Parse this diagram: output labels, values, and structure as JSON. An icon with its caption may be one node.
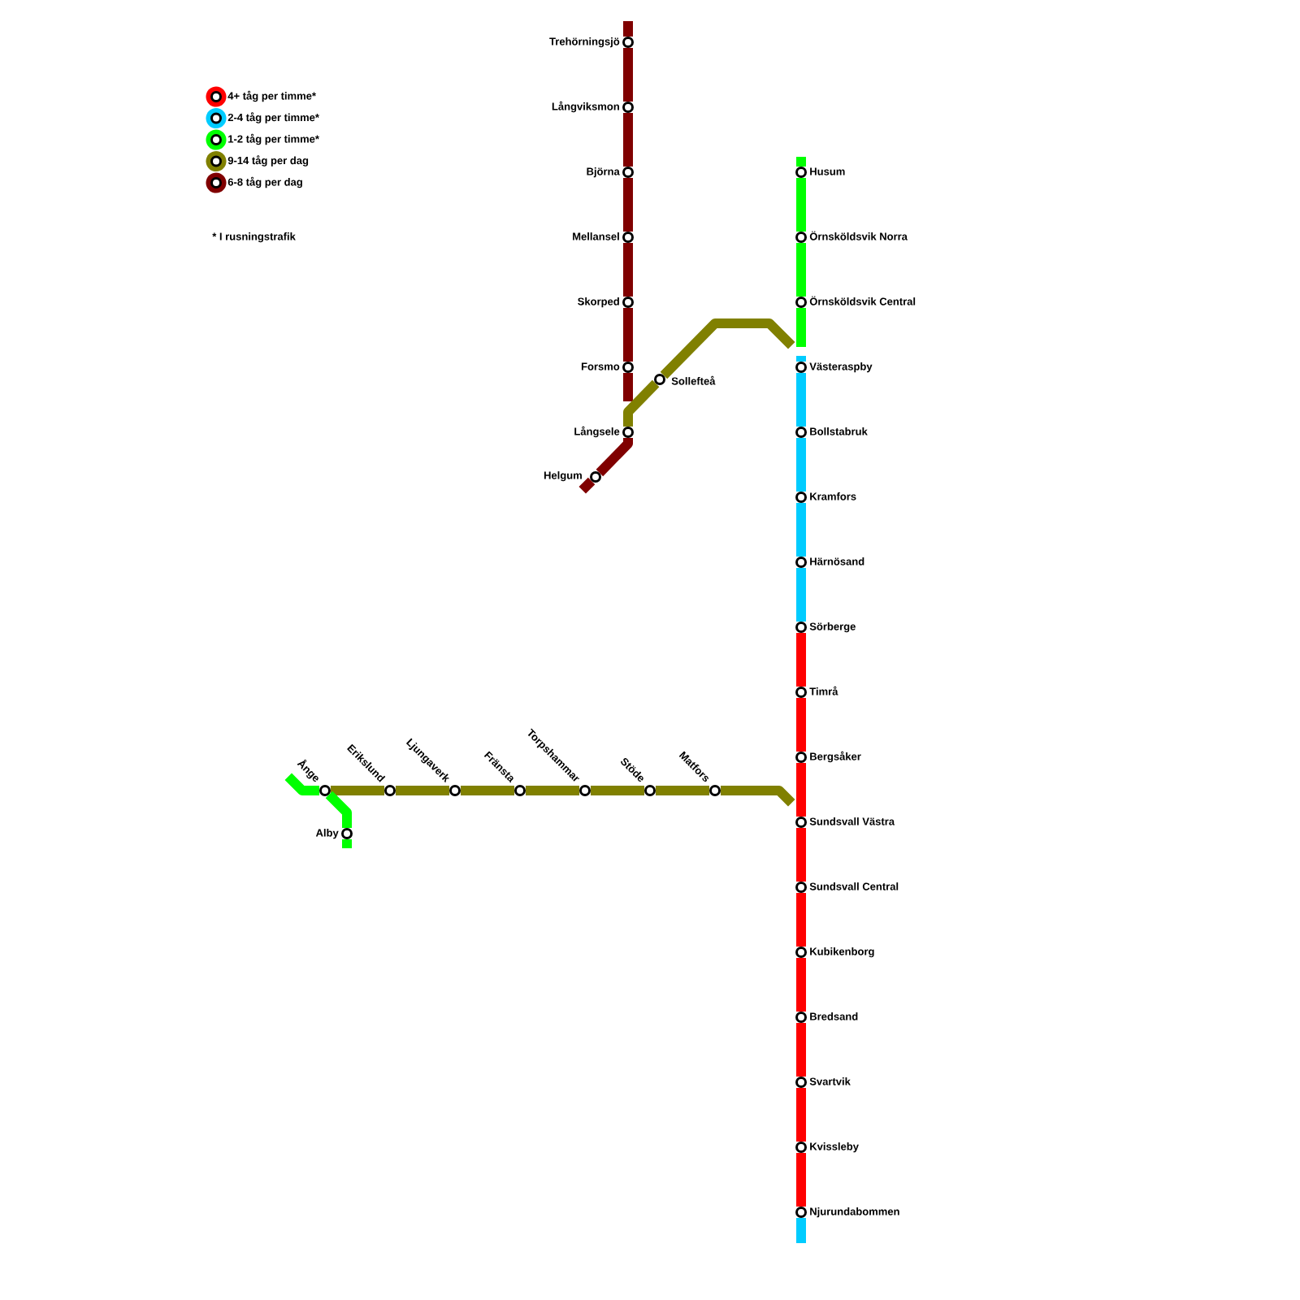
{
  "diagram": {
    "nodes": [
      {
        "text": [
          "Trehörningsjö"
        ]
      },
      {
        "text": [
          "Långviksmon"
        ]
      },
      {
        "text": [
          "Björna"
        ]
      },
      {
        "text": [
          "Mellansel"
        ]
      },
      {
        "text": [
          "Skorped"
        ]
      },
      {
        "text": [
          "Forsmo"
        ]
      },
      {
        "text": [
          "Sollefteå"
        ]
      },
      {
        "text": [
          "Långsele"
        ]
      },
      {
        "text": [
          "Helgum"
        ]
      },
      {
        "text": [
          "Husum"
        ]
      },
      {
        "text": [
          "Örnsköldsvik Norra"
        ]
      },
      {
        "text": [
          "Örnsköldsvik Central"
        ]
      },
      {
        "text": [
          "Västeraspby"
        ]
      },
      {
        "text": [
          "Bollstabruk"
        ]
      },
      {
        "text": [
          "Kramfors"
        ]
      },
      {
        "text": [
          "Härnösand"
        ]
      },
      {
        "text": [
          "Sörberge"
        ]
      },
      {
        "text": [
          "Timrå"
        ]
      },
      {
        "text": [
          "Bergsåker"
        ]
      },
      {
        "text": [
          "Sundsvall Västra"
        ]
      },
      {
        "text": [
          "Sundsvall Central"
        ]
      },
      {
        "text": [
          "Kubikenborg"
        ]
      },
      {
        "text": [
          "Bredsand"
        ]
      },
      {
        "text": [
          "Svartvik"
        ]
      },
      {
        "text": [
          "Kvissleby"
        ]
      },
      {
        "text": [
          "Njurundabommen"
        ]
      },
      {
        "text": [
          "Ånge"
        ]
      },
      {
        "text": [
          "Erikslund"
        ]
      },
      {
        "text": [
          "Ljungaverk"
        ]
      },
      {
        "text": [
          "Fränsta"
        ]
      },
      {
        "text": [
          "Torpshammar"
        ]
      },
      {
        "text": [
          "Stöde"
        ]
      },
      {
        "text": [
          "Matfors"
        ]
      },
      {
        "text": [
          "Alby"
        ]
      }
    ],
    "edges": [
      {
        "from": 0,
        "to": null,
        "arrow": "none",
        "color": "#800000"
      },
      {
        "from": 0,
        "to": 1,
        "arrow": "none",
        "color": "#800000"
      },
      {
        "from": 1,
        "to": 2,
        "arrow": "none",
        "color": "#800000"
      },
      {
        "from": 2,
        "to": 3,
        "arrow": "none",
        "color": "#800000"
      },
      {
        "from": 3,
        "to": 4,
        "arrow": "none",
        "color": "#800000"
      },
      {
        "from": 4,
        "to": 5,
        "arrow": "none",
        "color": "#800000"
      },
      {
        "from": 5,
        "to": null,
        "arrow": "none",
        "color": "#800000"
      },
      {
        "from": 7,
        "to": 6,
        "arrow": "none",
        "color": "#808000"
      },
      {
        "from": 6,
        "to": null,
        "arrow": "none",
        "color": "#808000"
      },
      {
        "from": 7,
        "to": 8,
        "arrow": "none",
        "color": "#800000"
      },
      {
        "from": 8,
        "to": null,
        "arrow": "none",
        "color": "#800000"
      },
      {
        "from": 9,
        "to": null,
        "arrow": "none",
        "color": "#00ff00"
      },
      {
        "from": 9,
        "to": 10,
        "arrow": "none",
        "color": "#00ff00"
      },
      {
        "from": 10,
        "to": 11,
        "arrow": "none",
        "color": "#00ff00"
      },
      {
        "from": 11,
        "to": null,
        "arrow": "none",
        "color": "#00ff00"
      },
      {
        "from": 12,
        "to": null,
        "arrow": "none",
        "color": "#00ccff"
      },
      {
        "from": 12,
        "to": 13,
        "arrow": "none",
        "color": "#00ccff"
      },
      {
        "from": 13,
        "to": 14,
        "arrow": "none",
        "color": "#00ccff"
      },
      {
        "from": 14,
        "to": 15,
        "arrow": "none",
        "color": "#00ccff"
      },
      {
        "from": 15,
        "to": 16,
        "arrow": "none",
        "color": "#00ccff"
      },
      {
        "from": 16,
        "to": 17,
        "arrow": "none",
        "color": "#ff0000"
      },
      {
        "from": 17,
        "to": 18,
        "arrow": "none",
        "color": "#ff0000"
      },
      {
        "from": 18,
        "to": 19,
        "arrow": "none",
        "color": "#ff0000"
      },
      {
        "from": 19,
        "to": 20,
        "arrow": "none",
        "color": "#ff0000"
      },
      {
        "from": 20,
        "to": 21,
        "arrow": "none",
        "color": "#ff0000"
      },
      {
        "from": 21,
        "to": 22,
        "arrow": "none",
        "color": "#ff0000"
      },
      {
        "from": 22,
        "to": 23,
        "arrow": "none",
        "color": "#ff0000"
      },
      {
        "from": 23,
        "to": 24,
        "arrow": "none",
        "color": "#ff0000"
      },
      {
        "from": 24,
        "to": 25,
        "arrow": "none",
        "color": "#ff0000"
      },
      {
        "from": 25,
        "to": null,
        "arrow": "none",
        "color": "#00ccff"
      },
      {
        "from": 26,
        "to": 27,
        "arrow": "none",
        "color": "#808000"
      },
      {
        "from": 27,
        "to": 28,
        "arrow": "none",
        "color": "#808000"
      },
      {
        "from": 28,
        "to": 29,
        "arrow": "none",
        "color": "#808000"
      },
      {
        "from": 29,
        "to": 30,
        "arrow": "none",
        "color": "#808000"
      },
      {
        "from": 30,
        "to": 31,
        "arrow": "none",
        "color": "#808000"
      },
      {
        "from": 31,
        "to": 32,
        "arrow": "none",
        "color": "#808000"
      },
      {
        "from": 32,
        "to": null,
        "arrow": "none",
        "color": "#808000"
      },
      {
        "from": 26,
        "to": null,
        "arrow": "none",
        "color": "#00ff00"
      },
      {
        "from": 26,
        "to": 33,
        "arrow": "none",
        "color": "#00ff00"
      },
      {
        "from": 33,
        "to": null,
        "arrow": "none",
        "color": "#00ff00"
      }
    ],
    "labels": [
      "* I rusningstrafik"
    ],
    "legend": [
      {
        "text": "4+ tåg per timme*",
        "color": "#ff0000"
      },
      {
        "text": "2-4 tåg per timme*",
        "color": "#00ccff"
      },
      {
        "text": "1-2 tåg per timme*",
        "color": "#00ff00"
      },
      {
        "text": "9-14 tåg per dag",
        "color": "#808000"
      },
      {
        "text": "6-8 tåg per dag",
        "color": "#800000"
      }
    ]
  }
}
